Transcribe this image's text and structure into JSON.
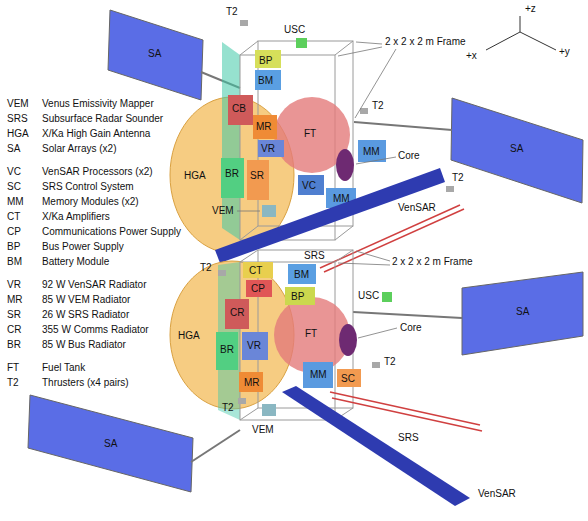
{
  "diagram": {
    "labels": [
      "VEM",
      "Venus Emissivity Mapper",
      "SRS",
      "Subsurface Radar Sounder",
      "HGA",
      "X/Ka High Gain Antenna",
      "SA",
      "Solar Arrays (x2)",
      "VC",
      "VenSAR Processors (x2)",
      "SC",
      "SRS Control System",
      "MM",
      "Memory Modules (x2)",
      "CT",
      "X/Ka Amplifiers",
      "CP",
      "Communications Power Supply",
      "BP",
      "Bus Power Supply",
      "BM",
      "Battery Module",
      "VR",
      "92 W VenSAR Radiator",
      "MR",
      "85 W VEM Radiator",
      "SR",
      "26 W SRS Radiator",
      "CR",
      "355 W Comms Radiator",
      "BR",
      "85 W Bus Radiator",
      "FT",
      "Fuel Tank",
      "T2",
      "Thrusters (x4 pairs)",
      "+z",
      "+x",
      "+y",
      "2 x 2 x 2 m Frame",
      "SA",
      "SA",
      "T2",
      "USC",
      "BP",
      "BM",
      "T2",
      "CB",
      "MR",
      "VR",
      "BR",
      "SR",
      "HGA",
      "FT",
      "Core",
      "MM",
      "VC",
      "MM",
      "VenSAR",
      "T2",
      "VEM",
      "SRS",
      "2 x 2 x 2 m Frame",
      "T2",
      "CT",
      "CP",
      "BM",
      "BP",
      "USC",
      "CR",
      "BR",
      "VR",
      "HGA",
      "FT",
      "Core",
      "SA",
      "SA",
      "MR",
      "MM",
      "SC",
      "T2",
      "T2",
      "VEM",
      "SRS",
      "VenSAR"
    ]
  }
}
